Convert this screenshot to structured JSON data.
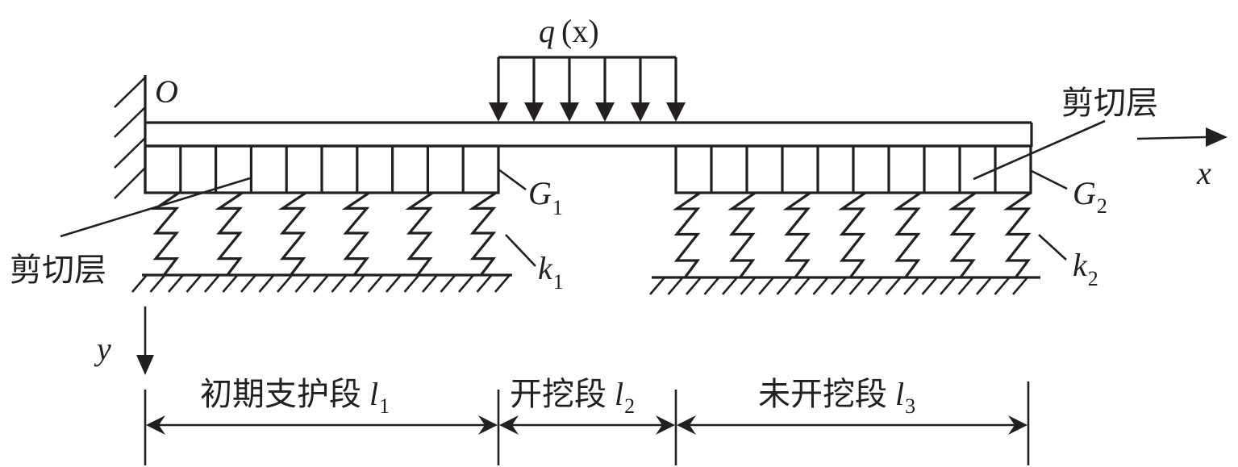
{
  "diagram": {
    "type": "mechanical model",
    "colors": {
      "ink": "#231f20",
      "background": "#ffffff"
    },
    "load": {
      "symbol": "q",
      "argument": "(x)",
      "arrow_count": 6
    },
    "origin_label": "O",
    "axes": {
      "x_label": "x",
      "y_label": "y"
    },
    "shear_layer_label_left": "剪切层",
    "shear_layer_label_right": "剪切层",
    "shear_modulus": [
      {
        "symbol": "G",
        "subscript": "1"
      },
      {
        "symbol": "G",
        "subscript": "2"
      }
    ],
    "spring_stiffness": [
      {
        "symbol": "k",
        "subscript": "1"
      },
      {
        "symbol": "k",
        "subscript": "2"
      }
    ],
    "segments": [
      {
        "label": "初期支护段",
        "symbol": "l",
        "subscript": "1"
      },
      {
        "label": "开挖段",
        "symbol": "l",
        "subscript": "2"
      },
      {
        "label": "未开挖段",
        "symbol": "l",
        "subscript": "3"
      }
    ],
    "left_shear_cells": 10,
    "right_shear_cells": 10,
    "left_spring_count": 6,
    "right_spring_count": 7
  }
}
